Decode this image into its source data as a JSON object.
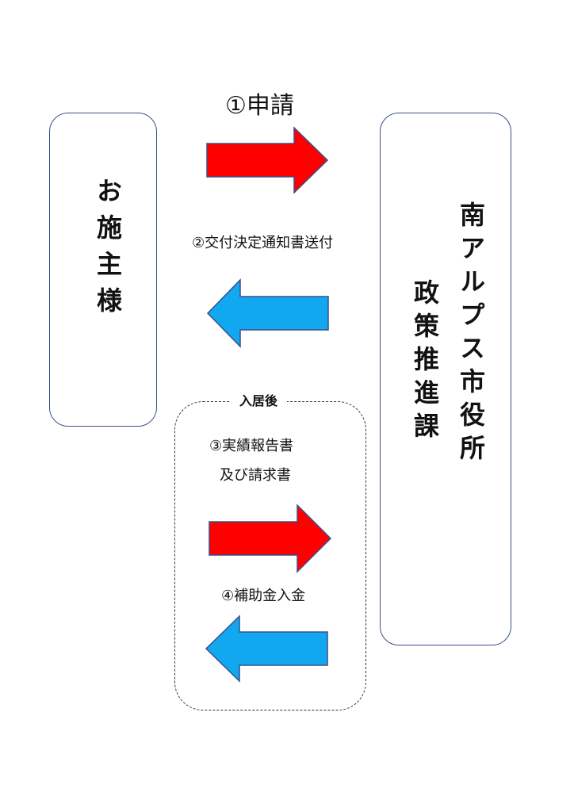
{
  "applicant": {
    "label": "お施主様"
  },
  "city_office": {
    "name": "南アルプス市役所",
    "department": "政策推進課"
  },
  "flow": {
    "step1": "①申請",
    "step2": "②交付決定通知書送付",
    "after_move_label": "入居後",
    "step3_line1": "③実績報告書",
    "step3_line2": "及び請求書",
    "step4": "④補助金入金"
  },
  "colors": {
    "to_city_arrow": "#ff0000",
    "to_applicant_arrow": "#12a8f0",
    "box_border": "#3b4f8c"
  }
}
